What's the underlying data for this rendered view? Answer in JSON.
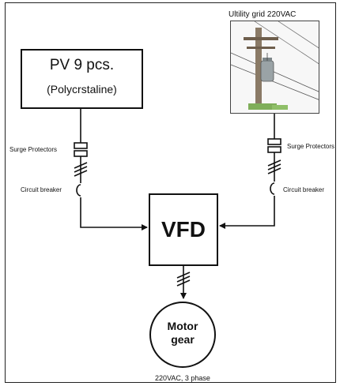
{
  "pv": {
    "title": "PV 9 pcs.",
    "subtitle": "(Polycrstaline)"
  },
  "grid": {
    "label": "Ultility grid 220VAC"
  },
  "left": {
    "surge": "Surge Protectors",
    "breaker": "Circuit breaker"
  },
  "right": {
    "surge": "Surge Protectors",
    "breaker": "Circuit breaker"
  },
  "vfd": {
    "label": "VFD"
  },
  "motor": {
    "line1": "Motor",
    "line2": "gear",
    "spec": "220VAC, 3 phase"
  },
  "colors": {
    "line": "#111111",
    "pole": "#7a6a58"
  }
}
